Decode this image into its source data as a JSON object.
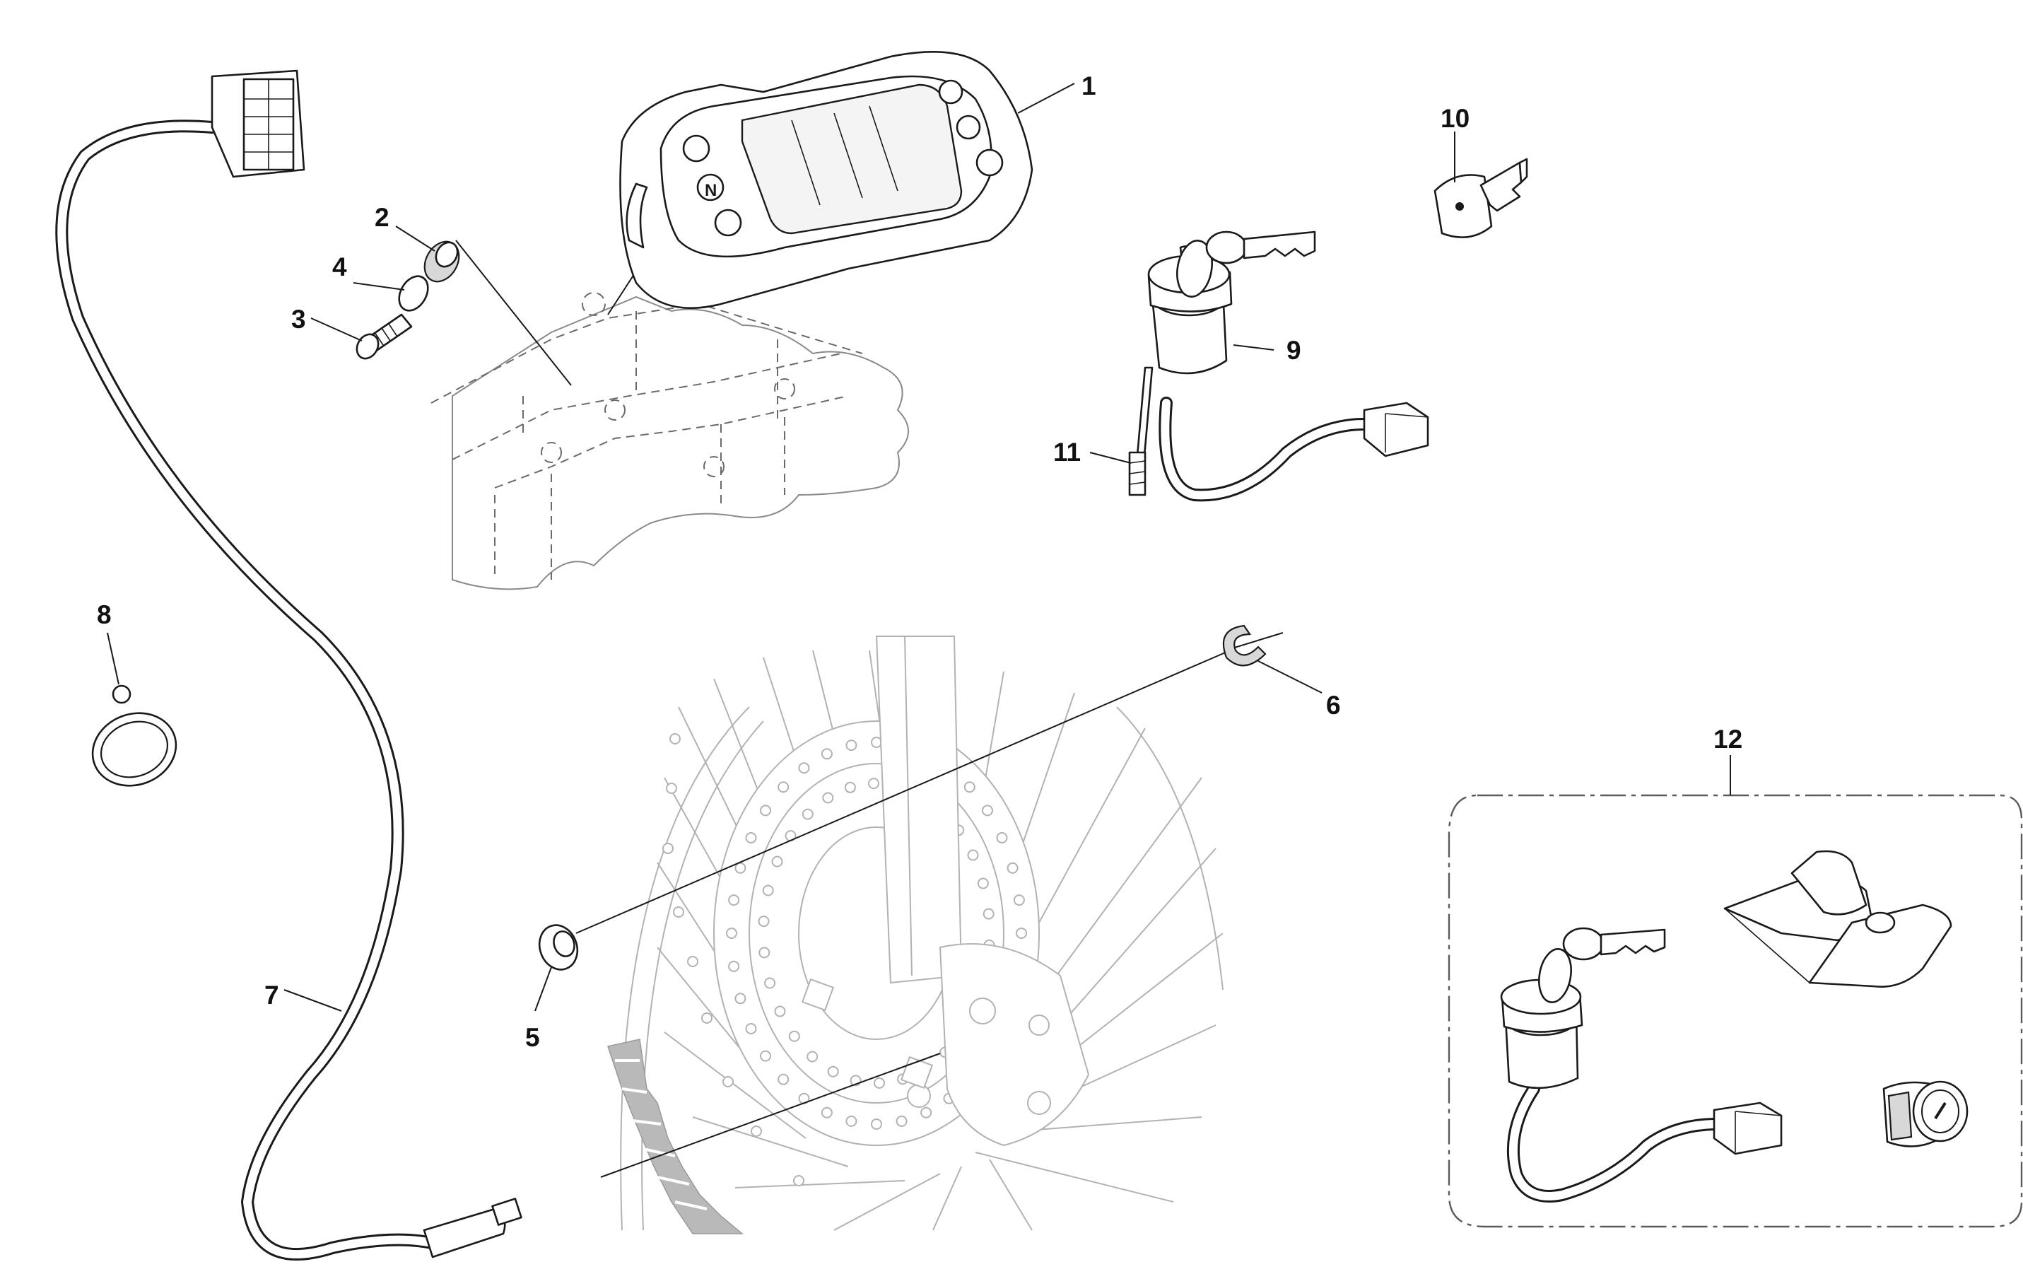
{
  "diagram": {
    "callouts": [
      "1",
      "2",
      "3",
      "4",
      "5",
      "6",
      "7",
      "8",
      "9",
      "10",
      "11",
      "12"
    ],
    "parts": [
      {
        "callout": "1",
        "part": "instrument-cluster"
      },
      {
        "callout": "2",
        "part": "rubber-grommet"
      },
      {
        "callout": "3",
        "part": "mounting-screw"
      },
      {
        "callout": "4",
        "part": "spacer-bush"
      },
      {
        "callout": "5",
        "part": "plug"
      },
      {
        "callout": "6",
        "part": "circlip"
      },
      {
        "callout": "7",
        "part": "speed-sensor-cable"
      },
      {
        "callout": "8",
        "part": "cable-clamp"
      },
      {
        "callout": "9",
        "part": "ignition-switch"
      },
      {
        "callout": "10",
        "part": "key"
      },
      {
        "callout": "11",
        "part": "switch-screw"
      },
      {
        "callout": "12",
        "part": "lock-kit"
      }
    ],
    "colors": {
      "ink": "#1a1a1a",
      "ghost": "#b2b2b2",
      "frame": "#8a8a8a"
    }
  }
}
